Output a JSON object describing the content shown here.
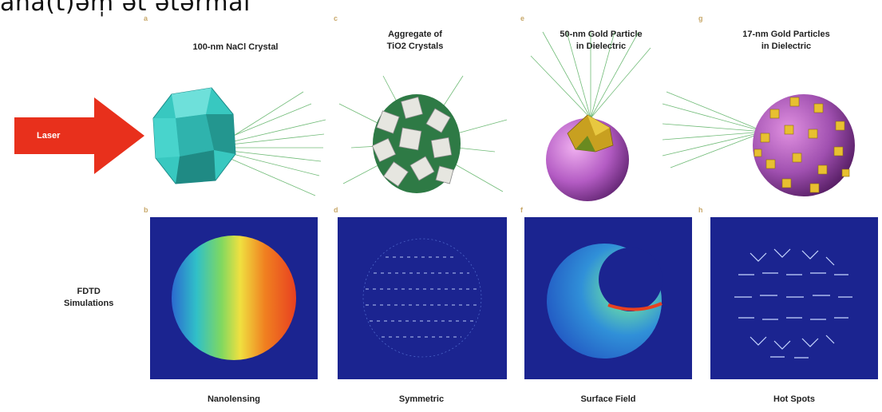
{
  "header_text": "anā(t)əm̩ ət ətərmai",
  "laser_label": "Laser",
  "side_label_line1": "FDTD",
  "side_label_line2": "Simulations",
  "panels": [
    {
      "letter_top": "a",
      "letter_bottom": "b",
      "title_line1": "100-nm NaCl Crystal",
      "title_line2": "",
      "caption": "Nanolensing"
    },
    {
      "letter_top": "c",
      "letter_bottom": "d",
      "title_line1": "Aggregate of",
      "title_line2": "TiO2 Crystals",
      "caption": "Symmetric"
    },
    {
      "letter_top": "e",
      "letter_bottom": "f",
      "title_line1": "50-nm Gold Particle",
      "title_line2": "in Dielectric",
      "caption": "Surface Field"
    },
    {
      "letter_top": "g",
      "letter_bottom": "h",
      "title_line1": "17-nm Gold Particles",
      "title_line2": "in Dielectric",
      "caption": "Hot Spots"
    }
  ],
  "colors": {
    "laser": "#e8301c",
    "sim_bg": "#1b2490",
    "nacl": "#38c8c0",
    "gold": "#e8c030",
    "dielectric": "#b060c0"
  }
}
